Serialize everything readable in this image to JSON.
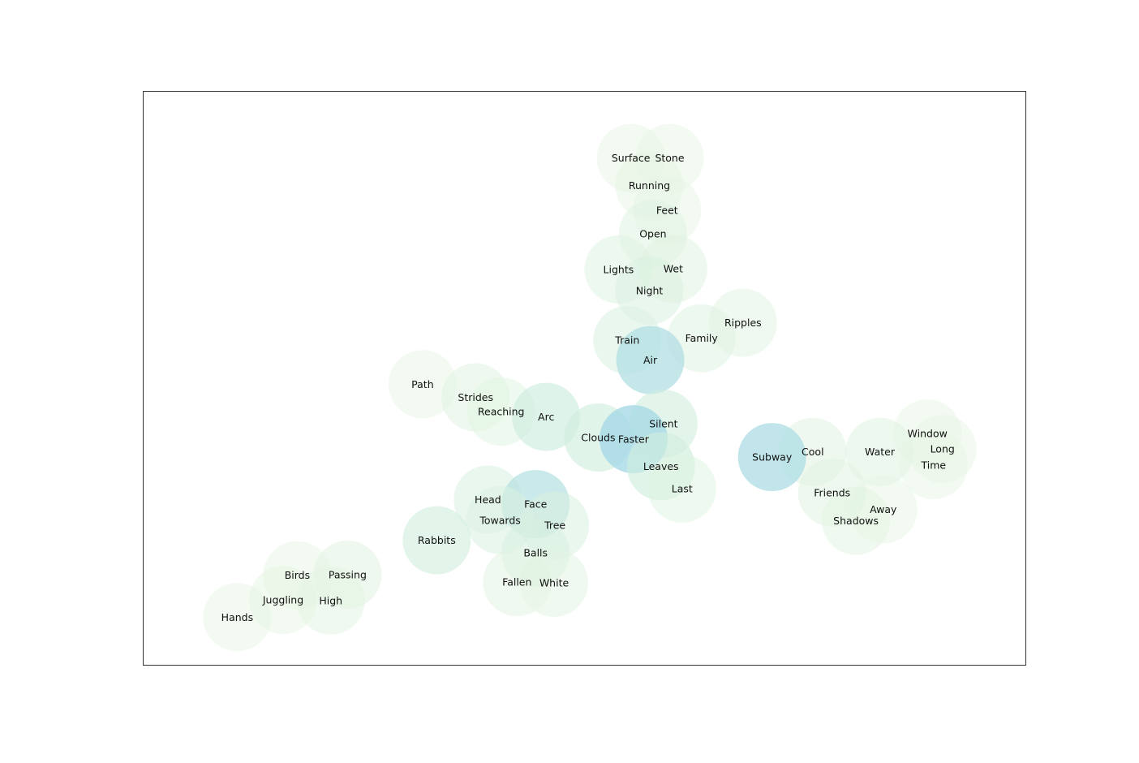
{
  "chart_data": {
    "type": "scatter",
    "style": "word-bubble-map",
    "title": "",
    "xlabel": "",
    "ylabel": "",
    "axis_ticks": false,
    "grid": false,
    "xlim": [
      0,
      1
    ],
    "ylim": [
      0,
      1
    ],
    "colors": {
      "low": "#eaf6e4",
      "mid": "#cfeedd",
      "high": "#a6d9e6",
      "frame": "#333333",
      "text": "#111111"
    },
    "points": [
      {
        "label": "Surface",
        "x": 0.553,
        "y": 0.883,
        "weight": 0.1
      },
      {
        "label": "Stone",
        "x": 0.597,
        "y": 0.883,
        "weight": 0.08
      },
      {
        "label": "Running",
        "x": 0.574,
        "y": 0.835,
        "weight": 0.12
      },
      {
        "label": "Feet",
        "x": 0.594,
        "y": 0.792,
        "weight": 0.1
      },
      {
        "label": "Open",
        "x": 0.578,
        "y": 0.751,
        "weight": 0.25
      },
      {
        "label": "Lights",
        "x": 0.539,
        "y": 0.689,
        "weight": 0.25
      },
      {
        "label": "Wet",
        "x": 0.601,
        "y": 0.69,
        "weight": 0.22
      },
      {
        "label": "Night",
        "x": 0.574,
        "y": 0.652,
        "weight": 0.3
      },
      {
        "label": "Ripples",
        "x": 0.68,
        "y": 0.596,
        "weight": 0.15
      },
      {
        "label": "Family",
        "x": 0.633,
        "y": 0.569,
        "weight": 0.25
      },
      {
        "label": "Train",
        "x": 0.549,
        "y": 0.566,
        "weight": 0.32
      },
      {
        "label": "Air",
        "x": 0.575,
        "y": 0.531,
        "weight": 0.85
      },
      {
        "label": "Path",
        "x": 0.317,
        "y": 0.489,
        "weight": 0.1
      },
      {
        "label": "Strides",
        "x": 0.377,
        "y": 0.466,
        "weight": 0.22
      },
      {
        "label": "Reaching",
        "x": 0.406,
        "y": 0.441,
        "weight": 0.2
      },
      {
        "label": "Arc",
        "x": 0.457,
        "y": 0.432,
        "weight": 0.55
      },
      {
        "label": "Silent",
        "x": 0.59,
        "y": 0.42,
        "weight": 0.45
      },
      {
        "label": "Clouds",
        "x": 0.516,
        "y": 0.396,
        "weight": 0.5
      },
      {
        "label": "Faster",
        "x": 0.556,
        "y": 0.393,
        "weight": 1.0
      },
      {
        "label": "Window",
        "x": 0.889,
        "y": 0.403,
        "weight": 0.1
      },
      {
        "label": "Long",
        "x": 0.906,
        "y": 0.376,
        "weight": 0.1
      },
      {
        "label": "Cool",
        "x": 0.759,
        "y": 0.371,
        "weight": 0.22
      },
      {
        "label": "Water",
        "x": 0.835,
        "y": 0.371,
        "weight": 0.25
      },
      {
        "label": "Subway",
        "x": 0.713,
        "y": 0.362,
        "weight": 0.9
      },
      {
        "label": "Time",
        "x": 0.896,
        "y": 0.348,
        "weight": 0.1
      },
      {
        "label": "Leaves",
        "x": 0.587,
        "y": 0.346,
        "weight": 0.5
      },
      {
        "label": "Last",
        "x": 0.611,
        "y": 0.307,
        "weight": 0.2
      },
      {
        "label": "Friends",
        "x": 0.781,
        "y": 0.3,
        "weight": 0.22
      },
      {
        "label": "Away",
        "x": 0.839,
        "y": 0.271,
        "weight": 0.12
      },
      {
        "label": "Head",
        "x": 0.391,
        "y": 0.288,
        "weight": 0.3
      },
      {
        "label": "Face",
        "x": 0.445,
        "y": 0.28,
        "weight": 0.8
      },
      {
        "label": "Shadows",
        "x": 0.808,
        "y": 0.251,
        "weight": 0.15
      },
      {
        "label": "Towards",
        "x": 0.405,
        "y": 0.252,
        "weight": 0.32
      },
      {
        "label": "Tree",
        "x": 0.467,
        "y": 0.243,
        "weight": 0.3
      },
      {
        "label": "Rabbits",
        "x": 0.333,
        "y": 0.217,
        "weight": 0.45
      },
      {
        "label": "Balls",
        "x": 0.445,
        "y": 0.195,
        "weight": 0.35
      },
      {
        "label": "Passing",
        "x": 0.232,
        "y": 0.157,
        "weight": 0.22
      },
      {
        "label": "Birds",
        "x": 0.175,
        "y": 0.156,
        "weight": 0.1
      },
      {
        "label": "Fallen",
        "x": 0.424,
        "y": 0.144,
        "weight": 0.15
      },
      {
        "label": "White",
        "x": 0.466,
        "y": 0.143,
        "weight": 0.15
      },
      {
        "label": "Juggling",
        "x": 0.159,
        "y": 0.113,
        "weight": 0.12
      },
      {
        "label": "High",
        "x": 0.213,
        "y": 0.112,
        "weight": 0.15
      },
      {
        "label": "Hands",
        "x": 0.107,
        "y": 0.083,
        "weight": 0.08
      }
    ]
  }
}
